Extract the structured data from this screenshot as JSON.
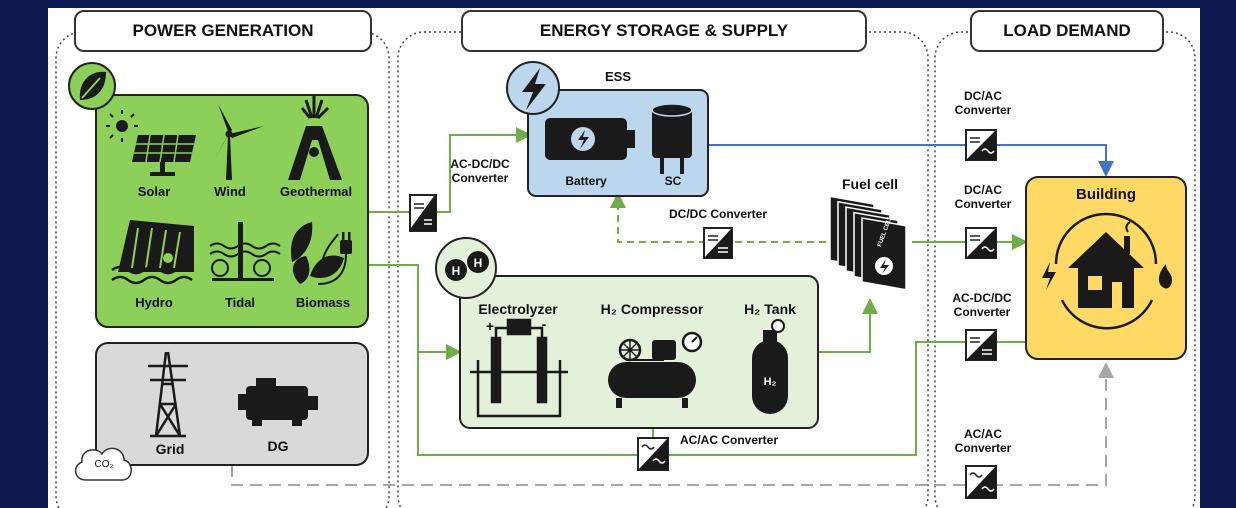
{
  "sections": {
    "generation": "POWER GENERATION",
    "storage": "ENERGY STORAGE & SUPPLY",
    "load": "LOAD DEMAND"
  },
  "renewables": {
    "solar": "Solar",
    "wind": "Wind",
    "geothermal": "Geothermal",
    "hydro": "Hydro",
    "tidal": "Tidal",
    "biomass": "Biomass"
  },
  "conventional": {
    "grid": "Grid",
    "dg": "DG",
    "co2": "CO₂"
  },
  "ess": {
    "title": "ESS",
    "battery": "Battery",
    "sc": "SC"
  },
  "hydrogen": {
    "electrolyzer": "Electrolyzer",
    "compressor": "H₂ Compressor",
    "tank": "H₂ Tank",
    "tank_mark": "H₂",
    "plus": "+",
    "minus": "-"
  },
  "fuel_cell": {
    "title": "Fuel cell",
    "card_text": "FUEL CELL"
  },
  "building": "Building",
  "converters": {
    "gen_acdc": "AC-DC/DC\nConverter",
    "dcdc": "DC/DC Converter",
    "acac_mid": "AC/AC Converter",
    "load_dcac_1": "DC/AC\nConverter",
    "load_dcac_2": "DC/AC\nConverter",
    "load_acdc": "AC-DC/DC\nConverter",
    "load_acac": "AC/AC\nConverter"
  },
  "colors": {
    "background": "#0c1a4f",
    "renewable_fill": "#8cd05a",
    "conventional_fill": "#d9d9d9",
    "ess_fill": "#bcd6ee",
    "hydrogen_fill": "#e3f0da",
    "building_fill": "#ffd966",
    "green_line": "#70ad47",
    "blue_line": "#4472c4",
    "grey_line": "#a6a6a6"
  }
}
